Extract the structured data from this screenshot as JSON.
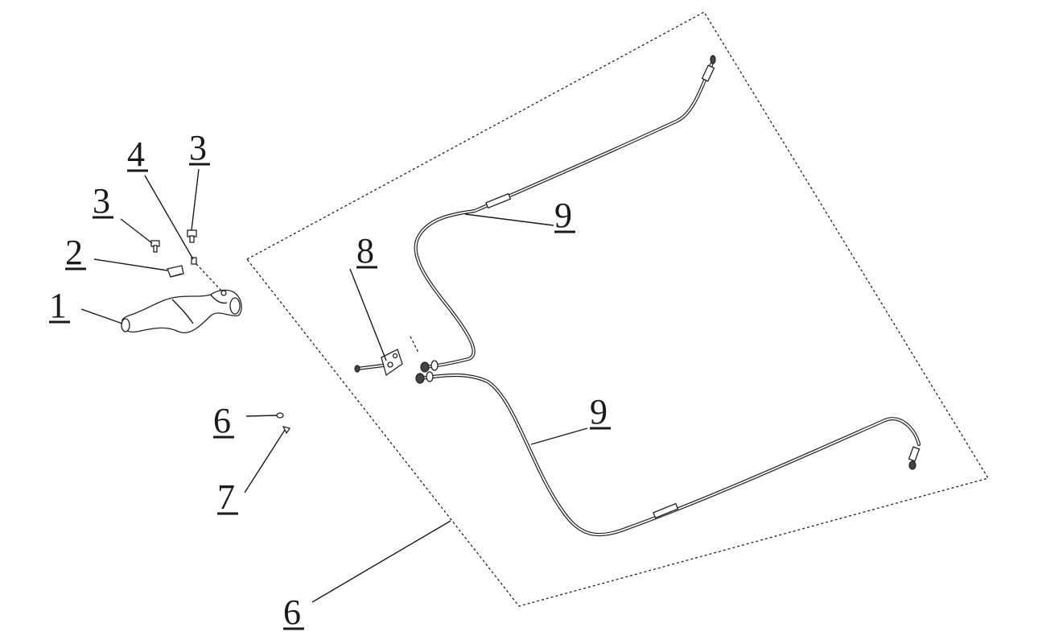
{
  "callouts": {
    "c1": "1",
    "c2": "2",
    "c3a": "3",
    "c3b": "3",
    "c4": "4",
    "c6a": "6",
    "c6b": "6",
    "c7": "7",
    "c8": "8",
    "c9a": "9",
    "c9b": "9"
  }
}
